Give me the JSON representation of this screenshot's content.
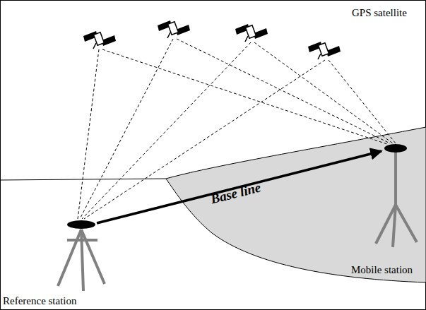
{
  "diagram": {
    "labels": [
      "GPS satellite",
      "Base line",
      "Mobile station",
      "Reference station"
    ]
  }
}
